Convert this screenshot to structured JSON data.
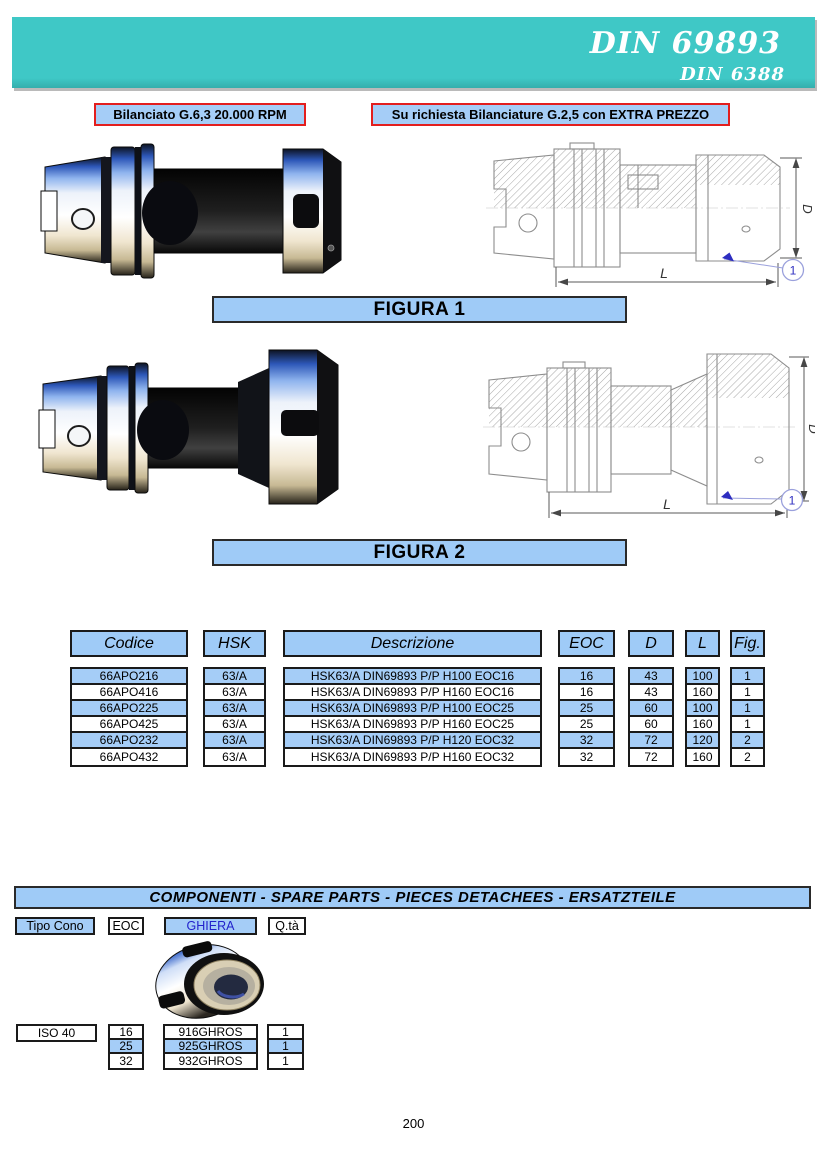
{
  "header": {
    "title": "DIN 69893",
    "subtitle": "DIN 6388"
  },
  "badges": {
    "balanced": "Bilanciato G.6,3 20.000 RPM",
    "on_request": "Su richiesta Bilanciature G.2,5 con EXTRA PREZZO"
  },
  "figures": [
    {
      "label": "FIGURA 1",
      "dim_length": "L",
      "dim_diameter": "D",
      "callout": "1"
    },
    {
      "label": "FIGURA 2",
      "dim_length": "L",
      "dim_diameter": "D",
      "callout": "1"
    }
  ],
  "main_table": {
    "columns": [
      "Codice",
      "HSK",
      "Descrizione",
      "EOC",
      "D",
      "L",
      "Fig."
    ],
    "rows": [
      [
        "66APO216",
        "63/A",
        "HSK63/A DIN69893 P/P H100 EOC16",
        "16",
        "43",
        "100",
        "1"
      ],
      [
        "66APO416",
        "63/A",
        "HSK63/A DIN69893 P/P H160 EOC16",
        "16",
        "43",
        "160",
        "1"
      ],
      [
        "66APO225",
        "63/A",
        "HSK63/A DIN69893 P/P H100 EOC25",
        "25",
        "60",
        "100",
        "1"
      ],
      [
        "66APO425",
        "63/A",
        "HSK63/A DIN69893 P/P H160 EOC25",
        "25",
        "60",
        "160",
        "1"
      ],
      [
        "66APO232",
        "63/A",
        "HSK63/A DIN69893 P/P H120 EOC32",
        "32",
        "72",
        "120",
        "2"
      ],
      [
        "66APO432",
        "63/A",
        "HSK63/A DIN69893 P/P H160 EOC32",
        "32",
        "72",
        "160",
        "2"
      ]
    ]
  },
  "components": {
    "title": "COMPONENTI - SPARE PARTS - PIECES DETACHEES - ERSATZTEILE",
    "col_labels": [
      "Tipo Cono",
      "EOC",
      "GHIERA",
      "Q.tà"
    ],
    "tipo_cono": "ISO 40",
    "rows": [
      {
        "eoc": "16",
        "ghiera": "916GHROS",
        "qty": "1"
      },
      {
        "eoc": "25",
        "ghiera": "925GHROS",
        "qty": "1"
      },
      {
        "eoc": "32",
        "ghiera": "932GHROS",
        "qty": "1"
      }
    ]
  },
  "page_number": "200",
  "colors": {
    "teal": "#3EC7C5",
    "light_blue": "#A5CDF7",
    "red": "#E31E1E",
    "border_dark": "#1A1A1A",
    "ghiera_link_blue": "#2222CC",
    "callout_blue": "#2D2DC0"
  }
}
